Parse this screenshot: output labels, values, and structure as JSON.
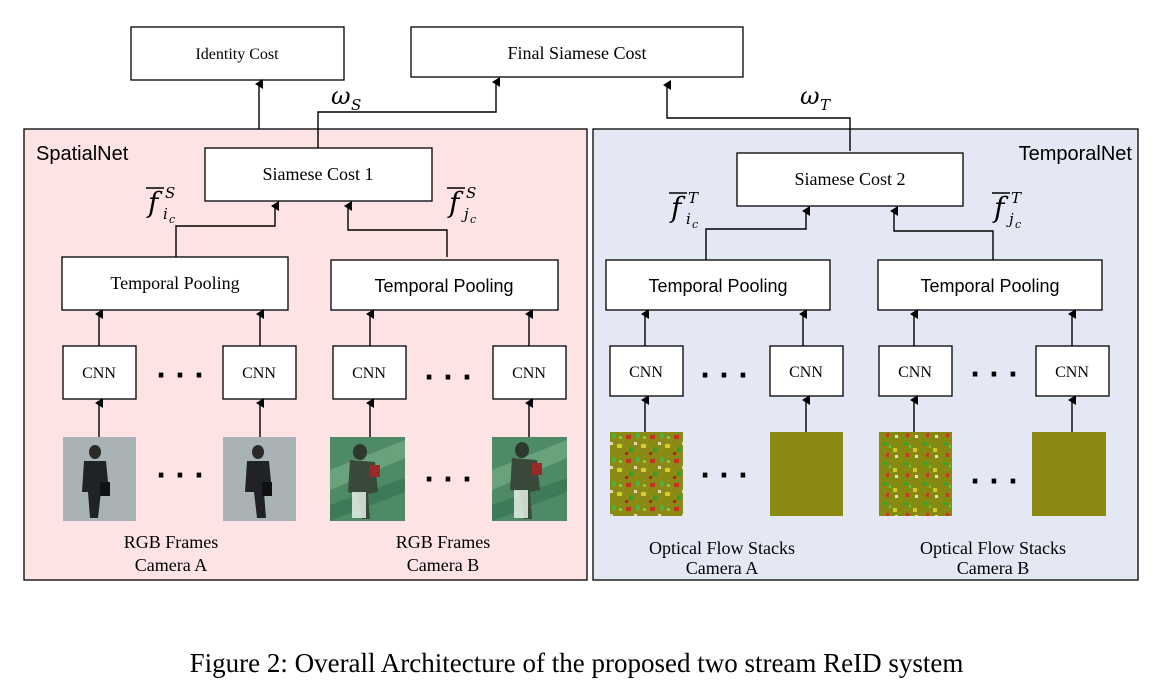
{
  "top": {
    "identity_cost": "Identity Cost",
    "final_cost": "Final Siamese Cost",
    "omega_s": "ω",
    "omega_s_sub": "S",
    "omega_t": "ω",
    "omega_t_sub": "T"
  },
  "spatial": {
    "title": "SpatialNet",
    "siamese": "Siamese Cost 1",
    "feat_left": {
      "symbol": "f",
      "sup": "S",
      "sub": "i",
      "subsub": "c"
    },
    "feat_right": {
      "symbol": "f",
      "sup": "S",
      "sub": "j",
      "subsub": "c"
    },
    "pool_a": "Temporal Pooling",
    "pool_b": "Temporal Pooling",
    "cnn": "CNN",
    "dots": "· · ·",
    "label_a_line1": "RGB Frames",
    "label_a_line2": "Camera A",
    "label_b_line1": "RGB Frames",
    "label_b_line2": "Camera B"
  },
  "temporal": {
    "title": "TemporalNet",
    "siamese": "Siamese Cost 2",
    "feat_left": {
      "symbol": "f",
      "sup": "T",
      "sub": "i",
      "subsub": "c"
    },
    "feat_right": {
      "symbol": "f",
      "sup": "T",
      "sub": "j",
      "subsub": "c"
    },
    "pool_a": "Temporal Pooling",
    "pool_b": "Temporal Pooling",
    "cnn": "CNN",
    "dots": "· · ·",
    "label_a_line1": "Optical Flow Stacks",
    "label_a_line2": "Camera A",
    "label_b_line1": "Optical Flow Stacks",
    "label_b_line2": "Camera B"
  },
  "caption": "Figure 2: Overall Architecture of the proposed two stream ReID system",
  "colors": {
    "spatial_bg": "#fde3e3",
    "temporal_bg": "#e4e8f5",
    "frame_a_bg": "#8a9aa0",
    "frame_b_bg": "#4f8a66",
    "flow_bg": "#8a8a12"
  }
}
